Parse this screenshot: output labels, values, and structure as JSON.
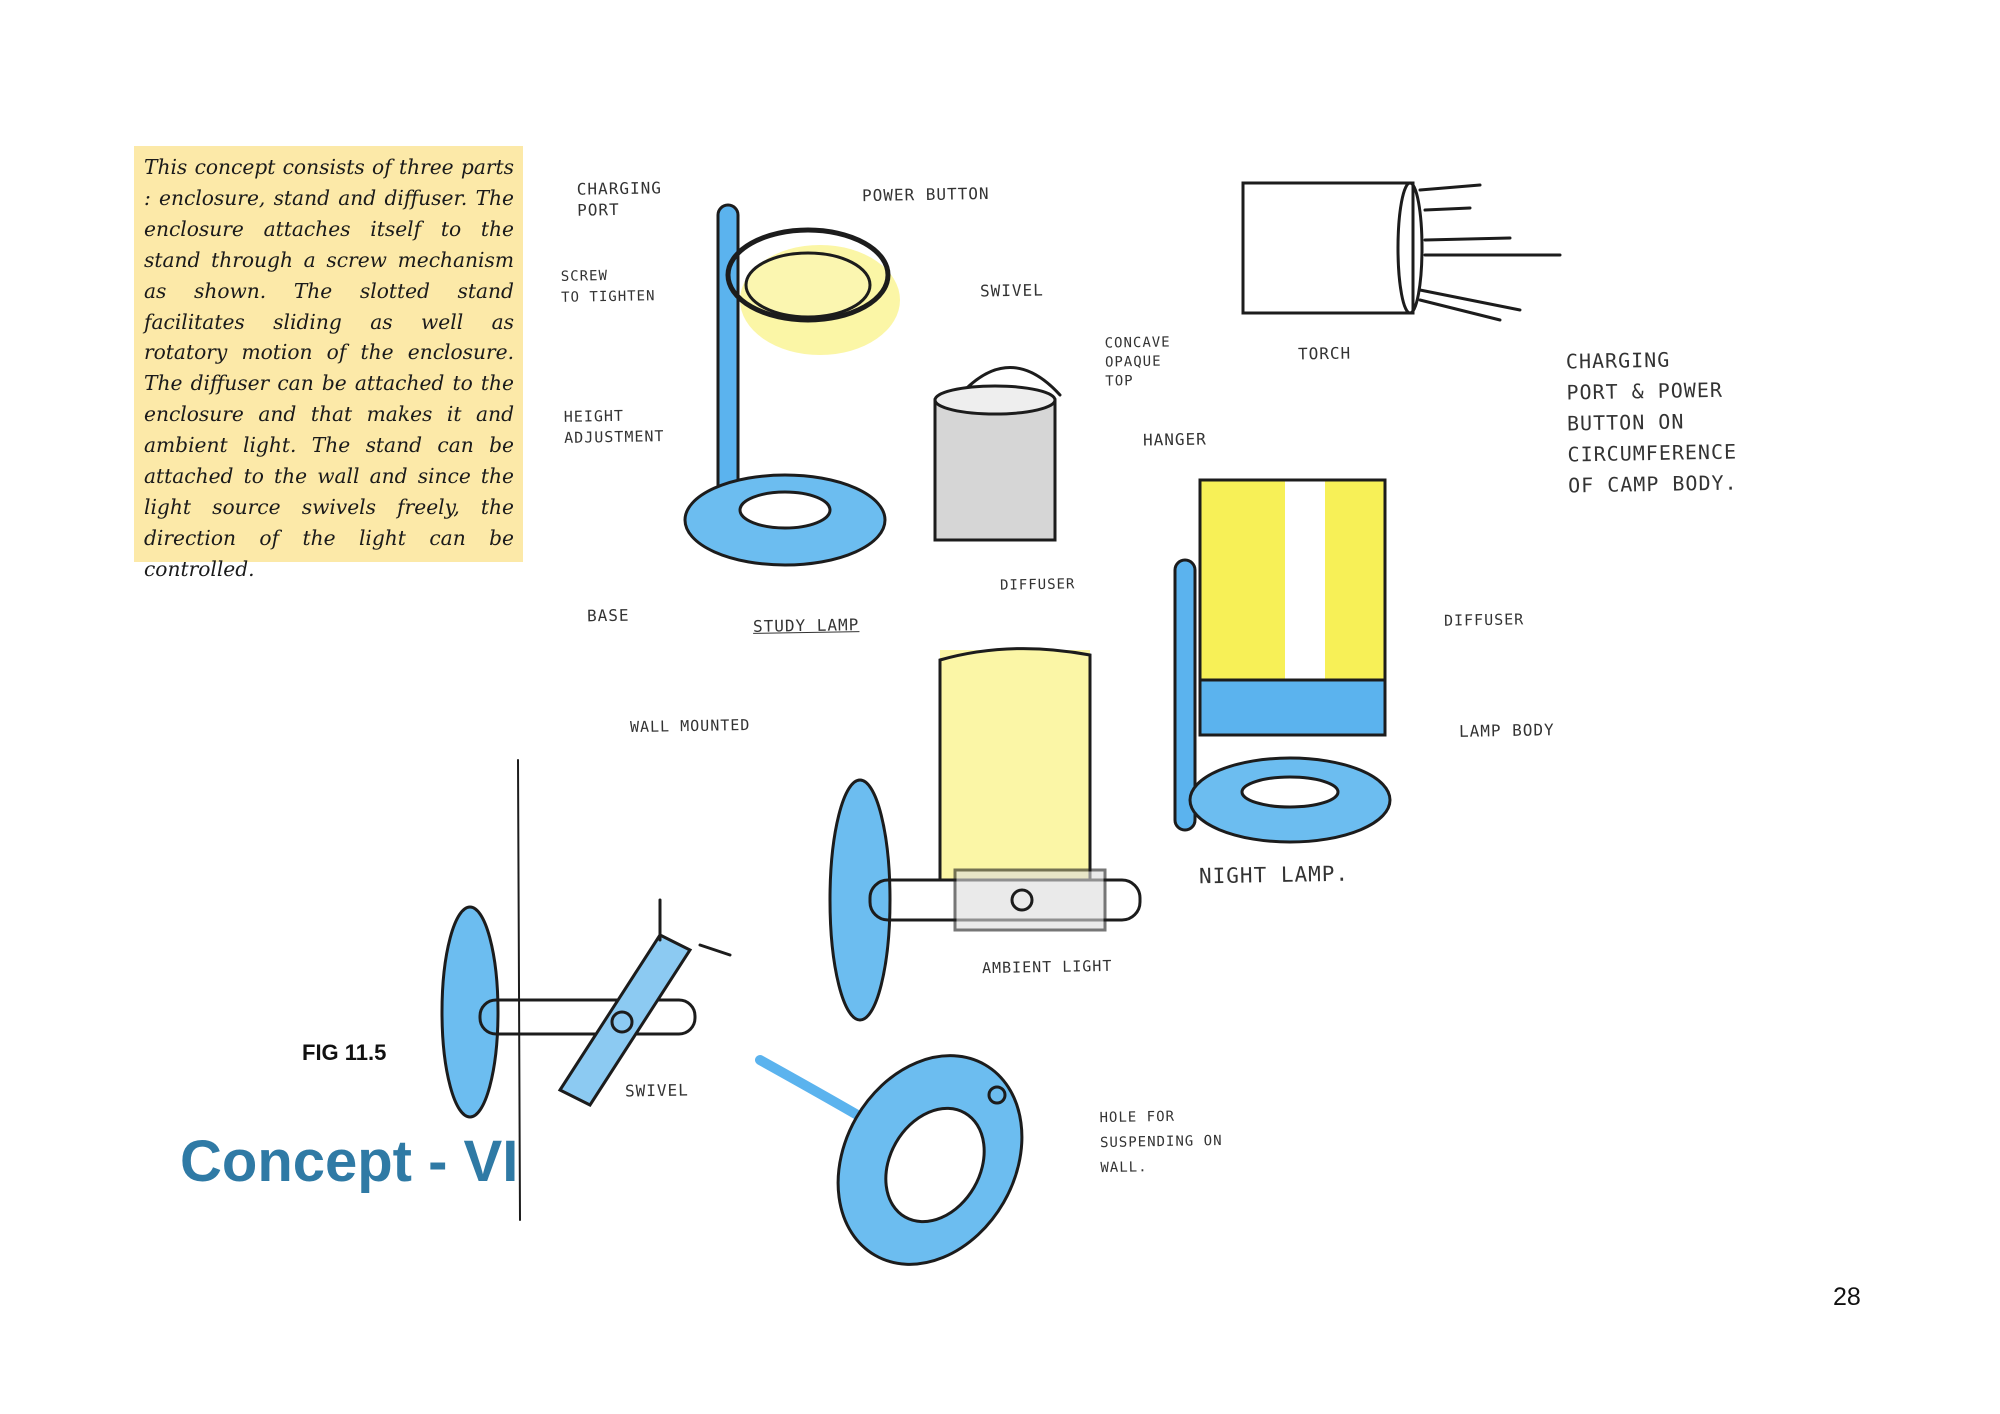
{
  "description": "This concept consists of three parts : enclosure, stand and diffuser. The enclosure attaches itself to the stand through a screw mechanism as shown. The slotted stand facilitates sliding as well as rotatory motion of the enclosure. The diffuser can be attached to the enclosure and that makes it and ambient light. The stand can be attached to the wall and  since the light source swivels freely, the direction of the light can be controlled.",
  "sketch_labels": {
    "charging_port": "CHARGING\nPORT",
    "power_button": "POWER BUTTON",
    "screw": "SCREW\nTO TIGHTEN",
    "swivel_top": "SWIVEL",
    "concave_top": "CONCAVE\nOPAQUE\nTOP",
    "torch": "TORCH",
    "hanger": "HANGER",
    "height_adjustment": "HEIGHT\nADJUSTMENT",
    "base": "BASE",
    "study_lamp": "STUDY LAMP",
    "diffuser_1": "DIFFUSER",
    "diffuser_2": "DIFFUSER",
    "lamp_body": "LAMP BODY",
    "wall_mounted": "WALL MOUNTED",
    "night_lamp": "NIGHT LAMP.",
    "ambient_light": "AMBIENT LIGHT",
    "swivel_bottom": "SWIVEL",
    "hole": "HOLE FOR\nSUSPENDING ON\nWALL.",
    "note": "CHARGING\nPORT & POWER\nBUTTON ON\nCIRCUMFERENCE\nOF CAMP BODY."
  },
  "figure_label": "FIG 11.5",
  "title": "Concept - VI",
  "page_number": "28",
  "colors": {
    "title": "#2f7aa5",
    "highlight": "#fce9a8",
    "sketch_blue": "#4aa8e8",
    "sketch_yellow": "#f6ee3a"
  }
}
